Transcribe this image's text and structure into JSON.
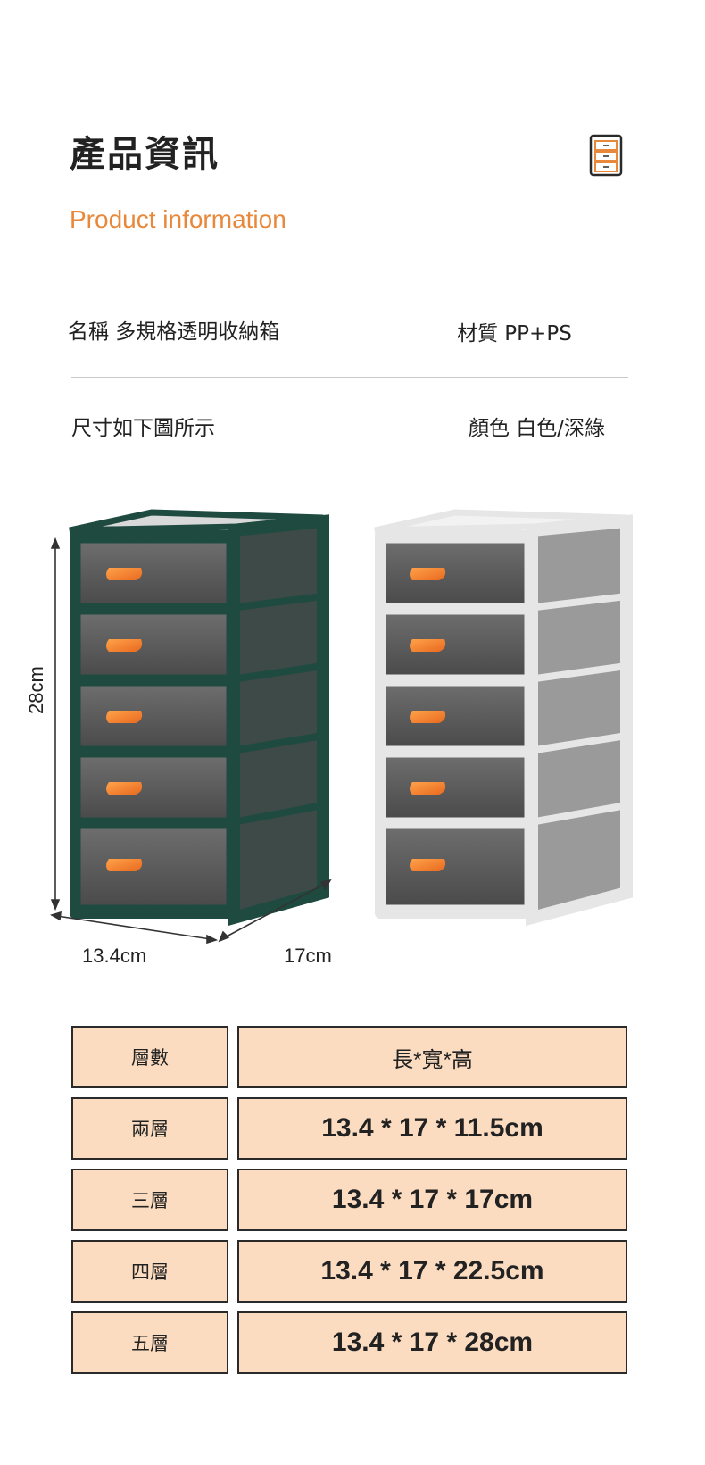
{
  "header": {
    "title_zh": "產品資訊",
    "title_en": "Product information",
    "icon": "drawer-cabinet-icon"
  },
  "info": {
    "name": "名稱 多規格透明收納箱",
    "material": "材質 PP+PS",
    "size": "尺寸如下圖所示",
    "color": "顏色 白色/深綠"
  },
  "dimensions": {
    "height": "28cm",
    "width": "13.4cm",
    "depth": "17cm"
  },
  "colors": {
    "accent_orange": "#e8883a",
    "frame_green": "#1f4a40",
    "frame_white": "#e6e6e6",
    "table_fill": "#fbdcc0"
  },
  "table": {
    "headers": [
      "層數",
      "長*寬*高"
    ],
    "rows": [
      [
        "兩層",
        "13.4 * 17 * 11.5cm"
      ],
      [
        "三層",
        "13.4 * 17 * 17cm"
      ],
      [
        "四層",
        "13.4 * 17 * 22.5cm"
      ],
      [
        "五層",
        "13.4 * 17 * 28cm"
      ]
    ]
  }
}
